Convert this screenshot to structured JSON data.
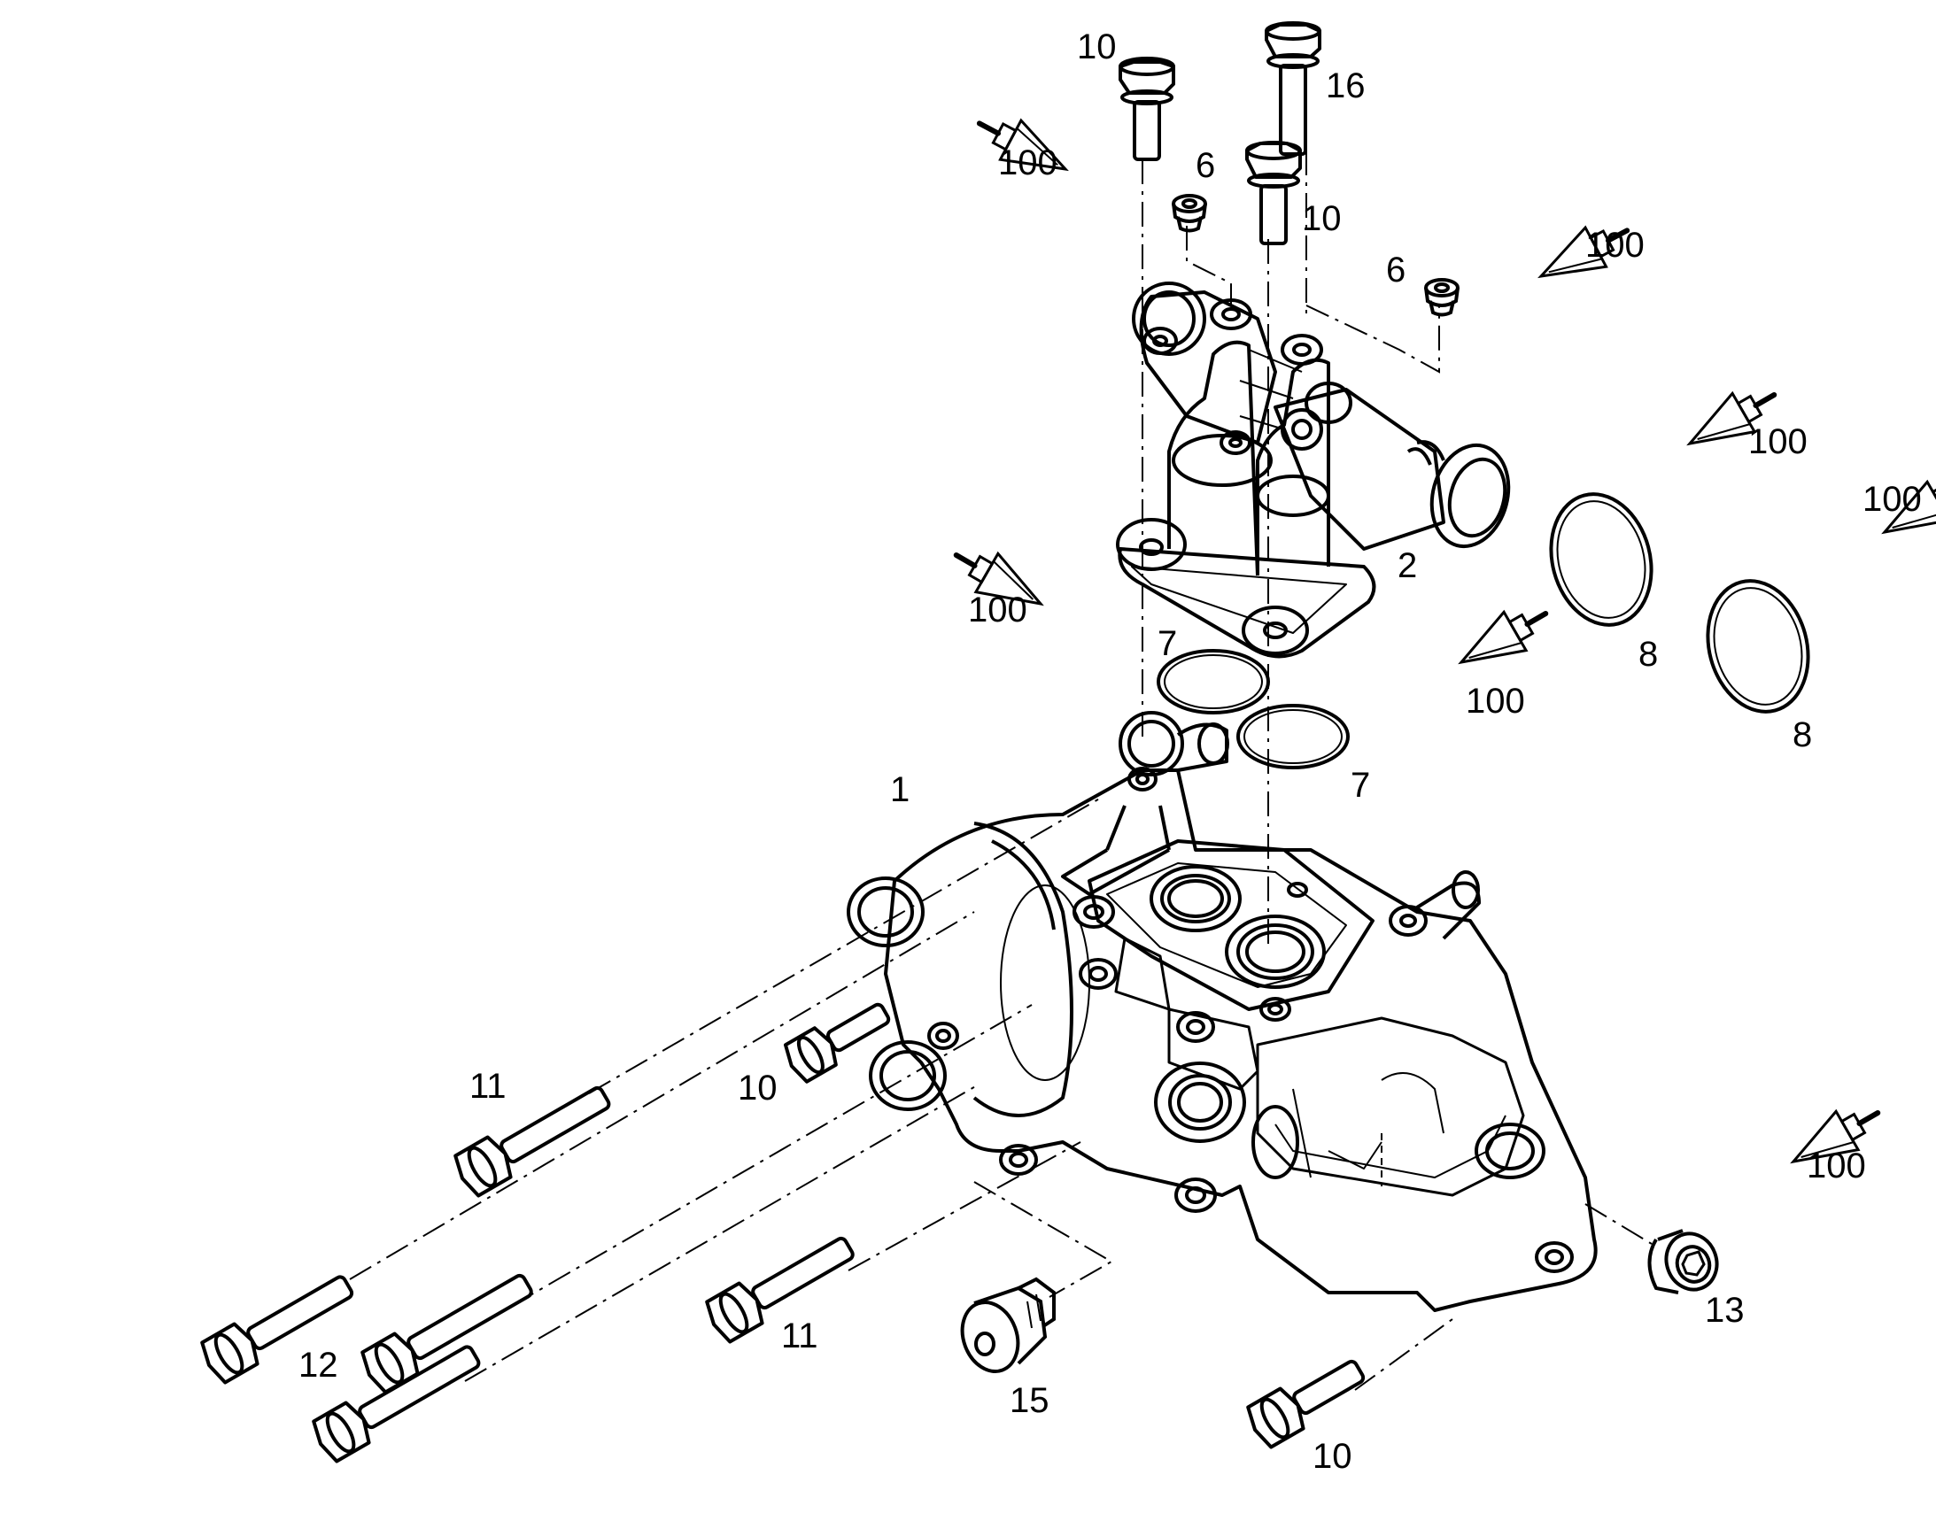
{
  "colors": {
    "ink": "#000000",
    "background": "#ffffff"
  },
  "callouts": {
    "p1": "1",
    "p2": "2",
    "p6a": "6",
    "p6b": "6",
    "p7a": "7",
    "p7b": "7",
    "p8a": "8",
    "p8b": "8",
    "p10a": "10",
    "p10b": "10",
    "p10c": "10",
    "p10d": "10",
    "p11a": "11",
    "p11b": "11",
    "p12": "12",
    "p13": "13",
    "p15": "15",
    "p16": "16",
    "p100a": "100",
    "p100b": "100",
    "p100c": "100",
    "p100d": "100",
    "p100e": "100",
    "p100f": "100",
    "p100g": "100"
  }
}
